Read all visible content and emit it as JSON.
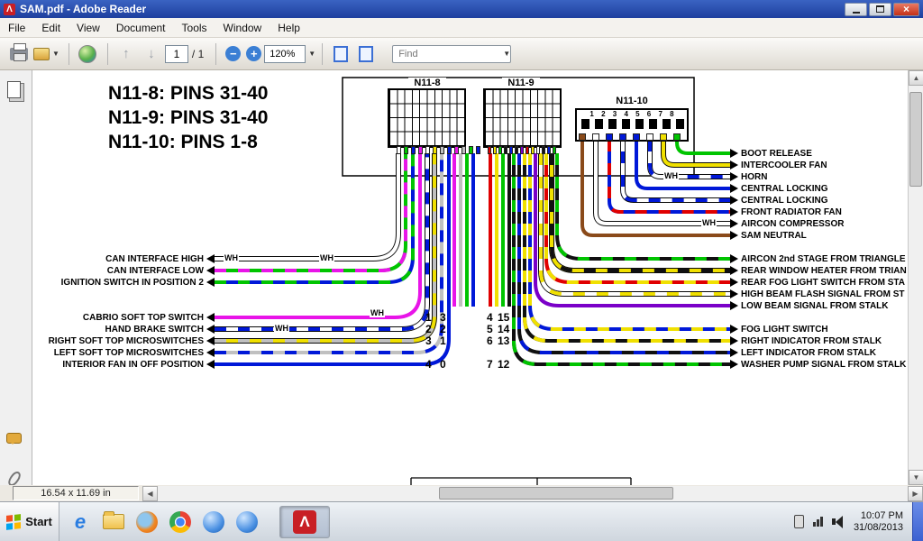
{
  "window": {
    "title": "SAM.pdf - Adobe Reader"
  },
  "menu": {
    "items": [
      "File",
      "Edit",
      "View",
      "Document",
      "Tools",
      "Window",
      "Help"
    ]
  },
  "toolbar": {
    "page_value": "1",
    "page_total": "/ 1",
    "zoom_value": "120%",
    "find_placeholder": "Find"
  },
  "sidebar": {
    "icons": [
      "pages-panel",
      "comments-panel",
      "attachments-panel"
    ]
  },
  "statusbar": {
    "doc_size": "16.54 x 11.69 in"
  },
  "taskbar": {
    "start_label": "Start",
    "quick_launch": [
      "internet-explorer",
      "file-explorer",
      "firefox",
      "chrome",
      "globe-app-1",
      "globe-app-2"
    ],
    "active_task": "adobe-reader",
    "tray_icons": [
      "device",
      "network-signal",
      "volume"
    ],
    "tray_time": "10:07 PM",
    "tray_date": "31/08/2013"
  },
  "diagram": {
    "heading": [
      "N11-8: PINS 31-40",
      "N11-9: PINS 31-40",
      "N11-10: PINS 1-8"
    ],
    "connectors": {
      "c1": "N11-8",
      "c2": "N11-9",
      "c3": "N11-10",
      "c3_pins": "1 2 3 4 5 6 7 8"
    },
    "left_labels": [
      "CAN INTERFACE HIGH",
      "CAN INTERFACE LOW",
      "IGNITION SWITCH IN POSITION 2",
      "CABRIO SOFT TOP SWITCH",
      "HAND BRAKE SWITCH",
      "RIGHT SOFT TOP MICROSWITCHES",
      "LEFT SOFT TOP MICROSWITCHES",
      "INTERIOR FAN IN OFF POSITION"
    ],
    "right_top_labels": [
      "BOOT RELEASE",
      "INTERCOOLER FAN",
      "HORN",
      "CENTRAL LOCKING",
      "CENTRAL LOCKING",
      "FRONT RADIATOR FAN",
      "AIRCON COMPRESSOR",
      "SAM NEUTRAL"
    ],
    "right_mid_labels": [
      "AIRCON 2nd STAGE FROM TRIANGLE",
      "REAR WINDOW HEATER FROM TRIAN",
      "REAR FOG LIGHT SWITCH FROM STA",
      "HIGH BEAM FLASH SIGNAL FROM ST",
      "LOW BEAM SIGNAL FROM STALK"
    ],
    "right_bottom_labels": [
      "FOG LIGHT SWITCH",
      "RIGHT INDICATOR FROM STALK",
      "LEFT INDICATOR FROM STALK",
      "WASHER PUMP SIGNAL FROM STALK"
    ],
    "pin_refs_left": [
      [
        "1",
        "3"
      ],
      [
        "2",
        "2"
      ],
      [
        "3",
        "1"
      ],
      [
        "4",
        "0"
      ]
    ],
    "pin_refs_right": [
      [
        "4",
        "15"
      ],
      [
        "5",
        "14"
      ],
      [
        "6",
        "13"
      ],
      [
        "7",
        "12"
      ]
    ],
    "wh_markers": [
      "WH",
      "WH",
      "WH",
      "WH",
      "WH",
      "WH"
    ],
    "wire_palette": {
      "magenta": "#e814e8",
      "green": "#00c400",
      "blue": "#0018d8",
      "yellow": "#f0e000",
      "red": "#e00000",
      "gray": "#c0c0c0",
      "white": "#ffffff",
      "black": "#101010",
      "brown": "#8a4a1a",
      "purple": "#7a00c8"
    }
  }
}
